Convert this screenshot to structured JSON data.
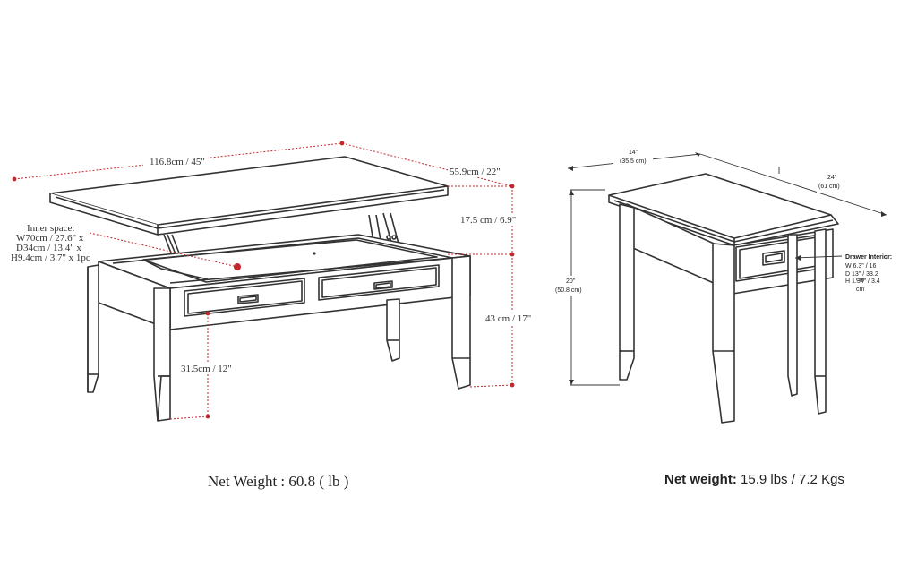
{
  "coffee_table": {
    "length": "116.8cm / 45\"",
    "depth": "55.9cm / 22\"",
    "lift_height": "17.5 cm / 6.9\"",
    "height": "43 cm / 17\"",
    "shelf_height": "31.5cm / 12\"",
    "inner_space": {
      "title": "Inner space:",
      "line1": "W70cm / 27.6\" x",
      "line2": "D34cm / 13.4\" x",
      "line3": "H9.4cm / 3.7\" x 1pc"
    },
    "net_weight": "Net Weight : 60.8 ( lb )"
  },
  "end_table": {
    "width_in": "14\"",
    "width_cm": "(35.5 cm)",
    "depth_in": "24\"",
    "depth_cm": "(61 cm)",
    "height_in": "20\"",
    "height_cm": "(50.8 cm)",
    "drawer": {
      "title": "Drawer Interior:",
      "w": "W    6.3\" / 16",
      "d": "D    13\" / 33.2",
      "h": "H    1.34\" / 3.4",
      "unit": "cm",
      "unit2": "cm"
    },
    "net_weight_label": "Net weight:",
    "net_weight_value": " 15.9 lbs / 7.2 Kgs"
  },
  "colors": {
    "line": "#333333",
    "dimension_red": "#c0282c"
  }
}
